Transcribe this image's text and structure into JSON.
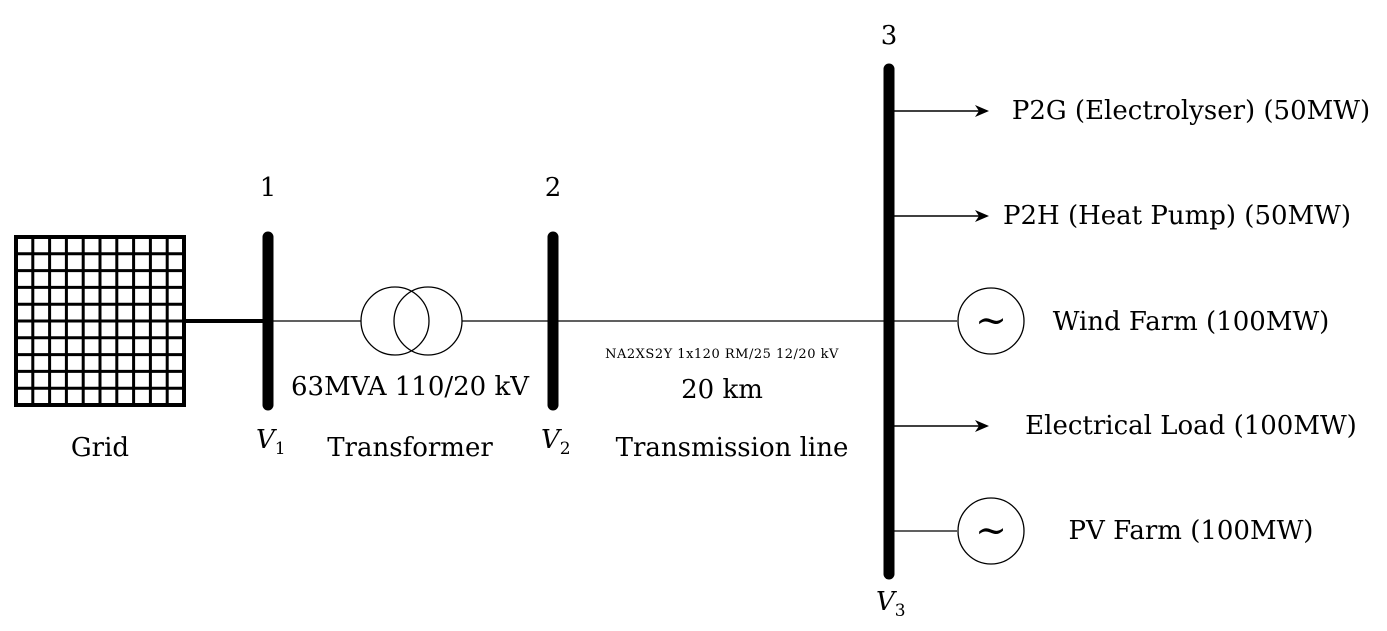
{
  "grid": {
    "label": "Grid"
  },
  "buses": [
    {
      "number": "1",
      "voltage_symbol": "V",
      "voltage_sub": "1"
    },
    {
      "number": "2",
      "voltage_symbol": "V",
      "voltage_sub": "2"
    },
    {
      "number": "3",
      "voltage_symbol": "V",
      "voltage_sub": "3"
    }
  ],
  "transformer": {
    "rating": "63MVA 110/20 kV",
    "label": "Transformer"
  },
  "line": {
    "cable": "NA2XS2Y 1x120 RM/25 12/20 kV",
    "length": "20 km",
    "label": "Transmission line"
  },
  "connections": [
    {
      "type": "load",
      "label": "P2G (Electrolyser) (50MW)"
    },
    {
      "type": "load",
      "label": "P2H (Heat Pump) (50MW)"
    },
    {
      "type": "generator",
      "symbol": "~",
      "label": "Wind Farm (100MW)"
    },
    {
      "type": "load",
      "label": "Electrical Load (100MW)"
    },
    {
      "type": "generator",
      "symbol": "~",
      "label": "PV Farm (100MW)"
    }
  ]
}
